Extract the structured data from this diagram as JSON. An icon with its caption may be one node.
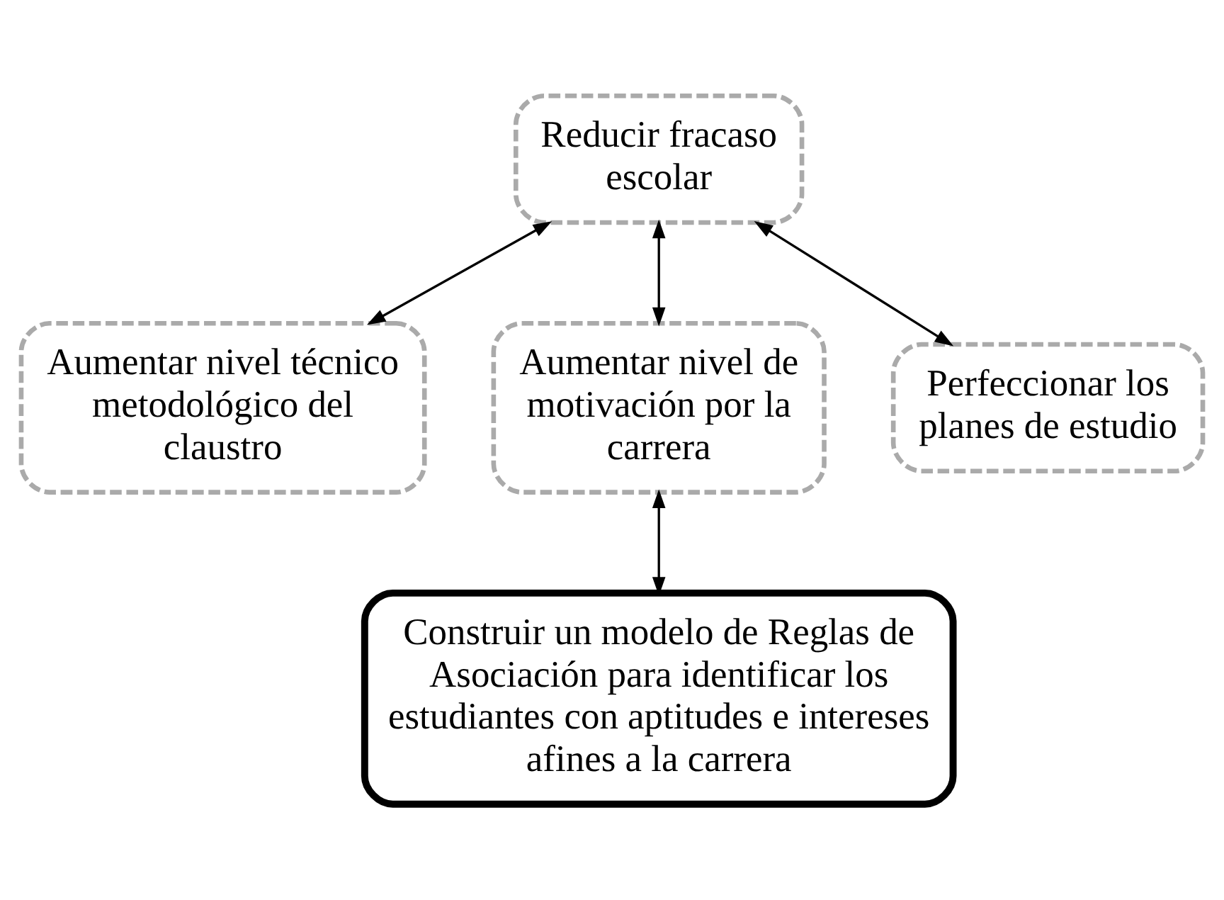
{
  "diagram": {
    "nodes": [
      {
        "text": [
          "Reducir fracaso escolar"
        ]
      },
      {
        "text": [
          "Aumentar nivel técnico metodológico del claustro"
        ]
      },
      {
        "text": [
          "Aumentar nivel de motivación por la carrera"
        ]
      },
      {
        "text": [
          "Perfeccionar los planes de estudio"
        ]
      },
      {
        "text": [
          "Construir un modelo de Reglas de Asociación para identificar los estudiantes con aptitudes e intereses afines a la carrera"
        ]
      }
    ],
    "edges": [
      {
        "from": 0,
        "to": 1,
        "arrow": "both"
      },
      {
        "from": 0,
        "to": 2,
        "arrow": "both"
      },
      {
        "from": 0,
        "to": 3,
        "arrow": "both"
      },
      {
        "from": 2,
        "to": 4,
        "arrow": "both"
      }
    ]
  }
}
